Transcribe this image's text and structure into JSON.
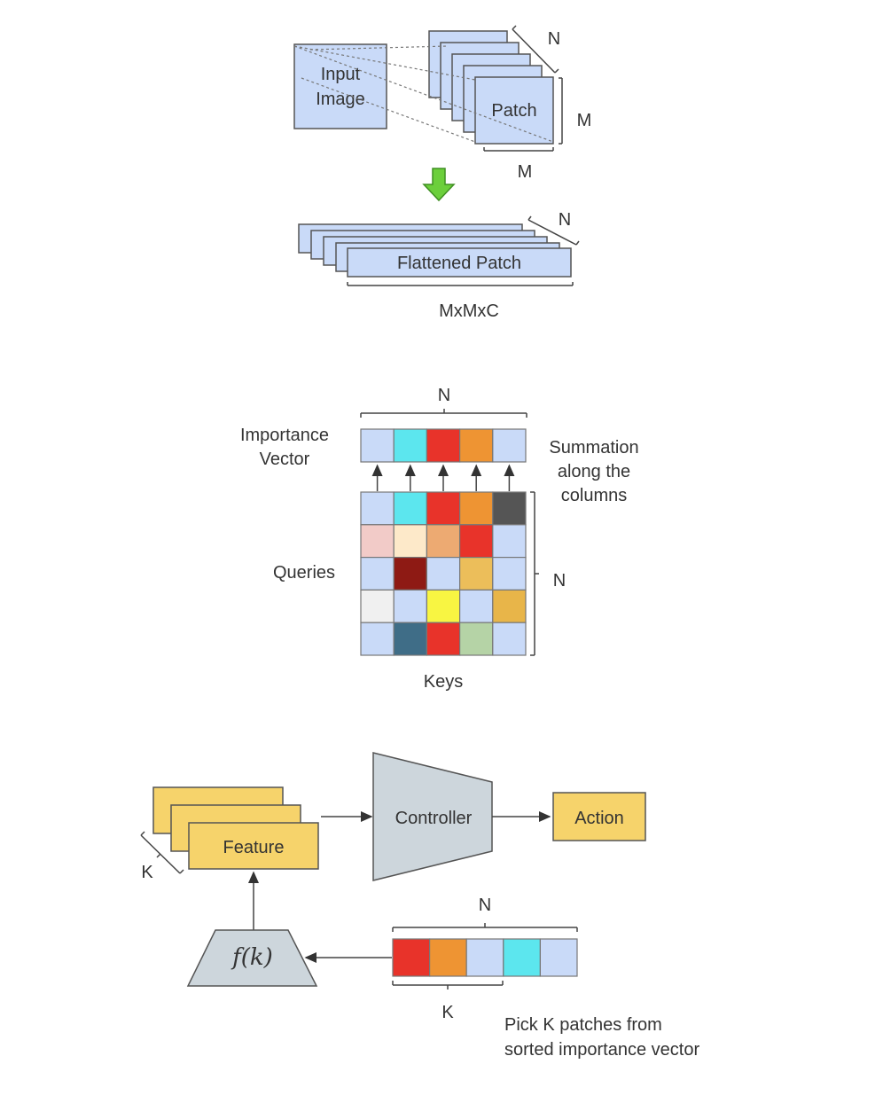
{
  "patch_section": {
    "input_image_label": "Input\nImage",
    "patch_label": "Patch",
    "n_label": "N",
    "m_side_label": "M",
    "m_bottom_label": "M",
    "flattened_label": "Flattened Patch",
    "flattened_n_label": "N",
    "dimension_label": "MxMxC",
    "arrow_color": "#6ccf3c"
  },
  "attention_section": {
    "top_n_label": "N",
    "importance_vector_label": "Importance\nVector",
    "importance_vector_colors": [
      "#c9daf8",
      "#5ce6ee",
      "#e8332a",
      "#ee9433",
      "#c9daf8"
    ],
    "summation_label": "Summation\nalong the\ncolumns",
    "queries_label": "Queries",
    "keys_label": "Keys",
    "side_n_label": "N",
    "matrix_colors": [
      [
        "#c9daf8",
        "#5ce6ee",
        "#e8332a",
        "#ee9433",
        "#555555"
      ],
      [
        "#f2cbc8",
        "#fde9c9",
        "#edaa72",
        "#e8332a",
        "#c9daf8"
      ],
      [
        "#c9daf8",
        "#8e1a14",
        "#c9daf8",
        "#ecbe5a",
        "#c9daf8"
      ],
      [
        "#f0f0f0",
        "#c9daf8",
        "#f8f542",
        "#c9daf8",
        "#e8b549"
      ],
      [
        "#c9daf8",
        "#3f6d87",
        "#e8332a",
        "#b5d3a6",
        "#c9daf8"
      ]
    ]
  },
  "controller_section": {
    "feature_label": "Feature",
    "k_side_label": "K",
    "controller_label": "Controller",
    "action_label": "Action",
    "function_label": "f(k)",
    "top_n_label": "N",
    "bottom_k_label": "K",
    "sorted_vector_colors": [
      "#e8332a",
      "#ee9433",
      "#c9daf8",
      "#5ce6ee",
      "#c9daf8"
    ],
    "caption": "Pick K patches from\nsorted importance vector"
  }
}
